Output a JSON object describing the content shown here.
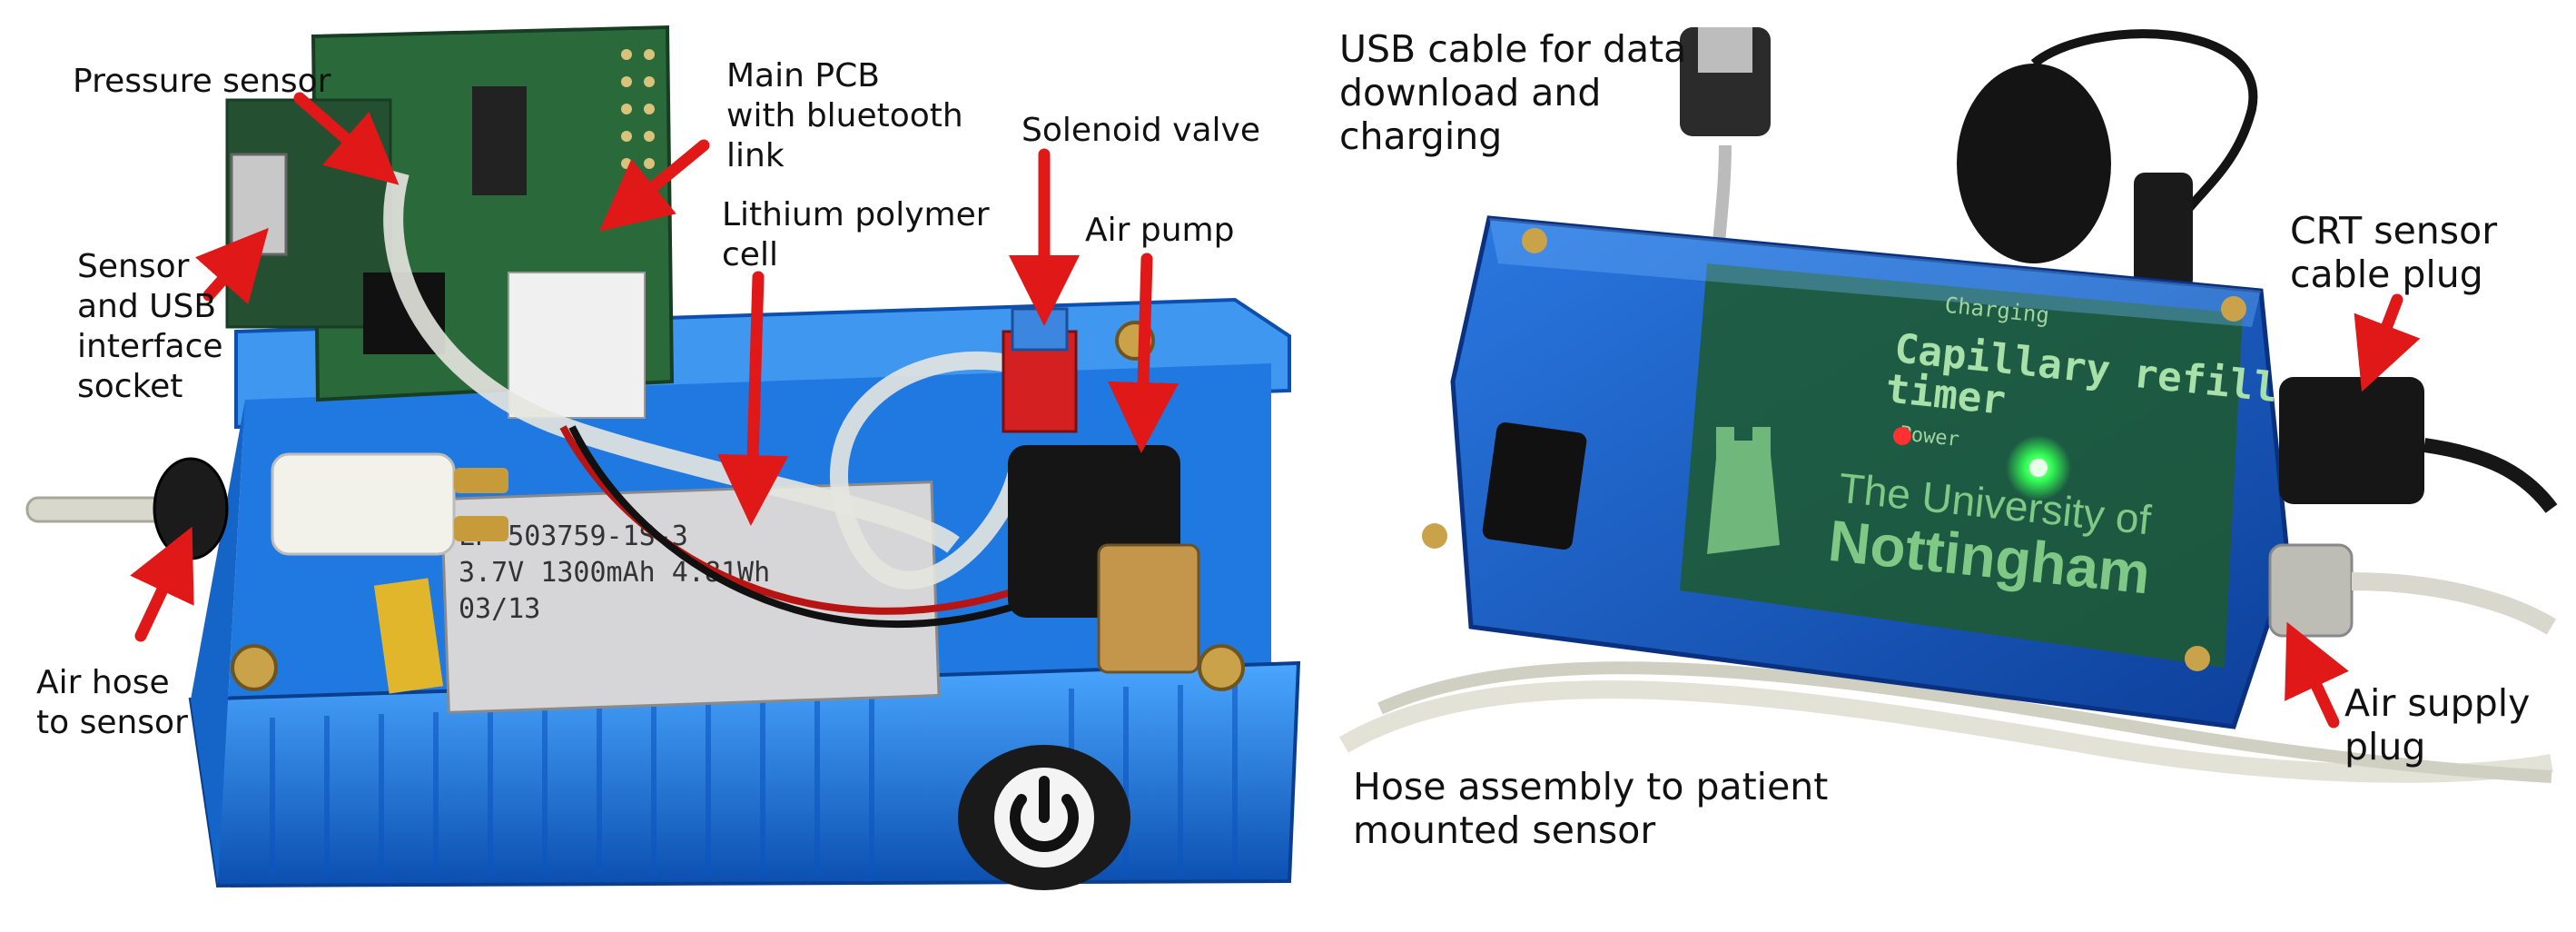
{
  "left_panel": {
    "labels": {
      "pressure_sensor": "Pressure sensor",
      "main_pcb": "Main PCB\nwith bluetooth\nlink",
      "sensor_usb_socket": "Sensor\nand USB\ninterface\nsocket",
      "lithium_cell": "Lithium polymer\ncell",
      "solenoid_valve": "Solenoid valve",
      "air_pump": "Air pump",
      "air_hose": "Air hose\nto sensor"
    },
    "battery_print": {
      "line1": "LP-503759-1S-3",
      "line2": "3.7V 1300mAh 4.81Wh",
      "line3": "03/13"
    }
  },
  "right_panel": {
    "labels": {
      "usb_cable": "USB cable for data\ndownload and\ncharging",
      "crt_plug": "CRT sensor\ncable plug",
      "air_supply": "Air supply\nplug",
      "hose_assembly": "Hose assembly to patient\nmounted sensor"
    },
    "pcb_print": {
      "charging": "Charging",
      "title_line1": "Capillary refill",
      "title_line2": "timer",
      "power": "Power",
      "university_line1": "The University of",
      "university_line2": "Nottingham"
    }
  },
  "colors": {
    "case_blue": "#1a6fd6",
    "arrow_red": "#e01818",
    "pcb_green": "#1e5a2e",
    "led_green": "#33ff55",
    "led_red": "#ff3030"
  }
}
